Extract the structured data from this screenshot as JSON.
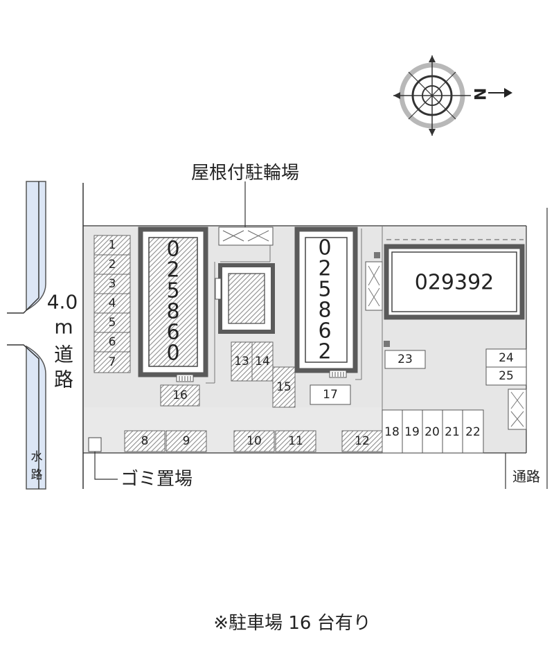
{
  "compass": {
    "north_letter": "N"
  },
  "labels": {
    "bicycle_shelter": "屋根付駐輪場",
    "road_width": "4.0",
    "road_unit": "m",
    "road_char1": "道",
    "road_char2": "路",
    "waterway_char1": "水",
    "waterway_char2": "路",
    "garbage": "ゴミ置場",
    "passage": "通路",
    "footnote": "※駐車場 16 台有り"
  },
  "buildings": {
    "left": [
      "0",
      "2",
      "5",
      "8",
      "6",
      "0"
    ],
    "middle": [
      "0",
      "2",
      "5",
      "8",
      "6",
      "2"
    ],
    "right": "029392"
  },
  "spaces": {
    "s1": "1",
    "s2": "2",
    "s3": "3",
    "s4": "4",
    "s5": "5",
    "s6": "6",
    "s7": "7",
    "s8": "8",
    "s9": "9",
    "s10": "10",
    "s11": "11",
    "s12": "12",
    "s13": "13",
    "s14": "14",
    "s15": "15",
    "s16": "16",
    "s17": "17",
    "s18": "18",
    "s19": "19",
    "s20": "20",
    "s21": "21",
    "s22": "22",
    "s23": "23",
    "s24": "24",
    "s25": "25"
  },
  "colors": {
    "waterway": "#dce6f5",
    "lot": "#e6e6e6",
    "building_wall": "#5a5a5a",
    "hatch": "#8c8c8c"
  }
}
